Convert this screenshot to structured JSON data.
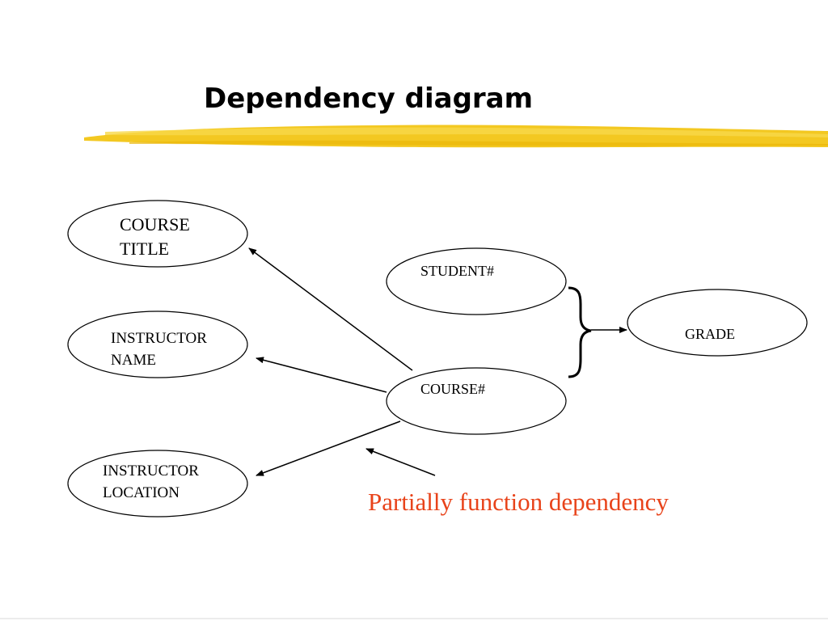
{
  "title": "Dependency diagram",
  "nodes": {
    "course_title": [
      "COURSE",
      "TITLE"
    ],
    "instructor_name": [
      "INSTRUCTOR",
      "NAME"
    ],
    "instructor_location": [
      "INSTRUCTOR",
      "LOCATION"
    ],
    "student_no": [
      "STUDENT#"
    ],
    "course_no": [
      "COURSE#"
    ],
    "grade": [
      "GRADE"
    ]
  },
  "caption": "Partially function dependency",
  "colors": {
    "caption": "#e8431a",
    "highlight_brush": "#f2c515",
    "line": "#000000"
  }
}
